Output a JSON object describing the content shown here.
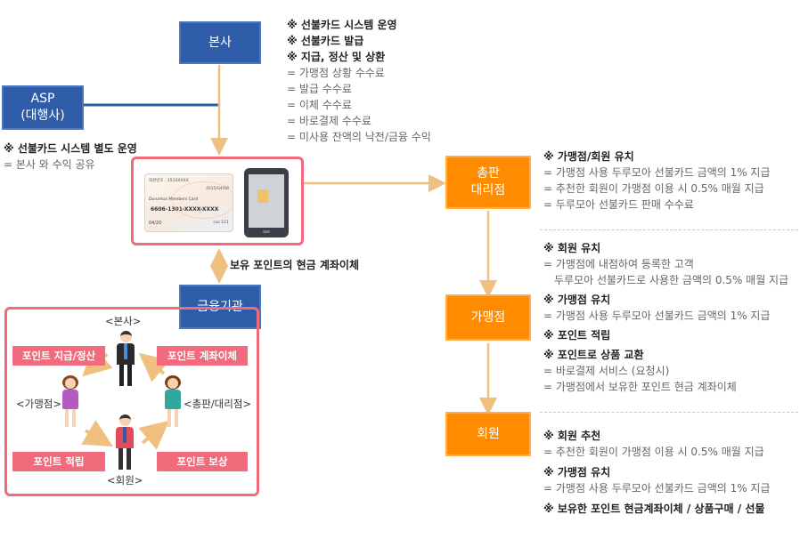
{
  "hq": {
    "label": "본사"
  },
  "asp": {
    "line1": "ASP",
    "line2": "(대행사)"
  },
  "hq_notes": [
    {
      "text": "※ 선불카드 시스템 운영",
      "style": "head"
    },
    {
      "text": "※ 선불카드 발급",
      "style": "head"
    },
    {
      "text": "※ 지급, 정산 및 상환",
      "style": "head"
    },
    {
      "text": "= 가맹점 상황 수수료",
      "style": "sub"
    },
    {
      "text": "= 발급 수수료",
      "style": "sub"
    },
    {
      "text": "= 이체 수수료",
      "style": "sub"
    },
    {
      "text": "= 바로결제 수수료",
      "style": "sub"
    },
    {
      "text": "= 미사용 잔액의 낙전/금융 수익",
      "style": "sub"
    }
  ],
  "asp_notes": [
    {
      "text": "※ 선불카드 시스템  별도 운영",
      "style": "head"
    },
    {
      "text": "= 본사 와 수익 공유",
      "style": "sub"
    }
  ],
  "card": {
    "member_no": "회원번호 : 1510XXXX",
    "issue_date": "2015/04/08",
    "card_name": "Durumoa Members Card",
    "number": "6606-1301-XXXX-XXXX",
    "expiry": "04/20",
    "cvc": "cvc 111"
  },
  "transfer_label": "보유 포인트의 현금 계좌이체",
  "bank": {
    "label": "금융기관"
  },
  "cycle": {
    "roles": {
      "hq": "<본사>",
      "merchant": "<가맹점>",
      "distributor": "<총판/대리점>",
      "member": "<회원>"
    },
    "tags": {
      "payment": "포인트 지급/정산",
      "transfer": "포인트 계좌이체",
      "accumulate": "포인트 적립",
      "reward": "포인트 보상"
    }
  },
  "distributor": {
    "line1": "총판",
    "line2": "대리점"
  },
  "merchant": {
    "label": "가맹점"
  },
  "member": {
    "label": "회원"
  },
  "distributor_notes": [
    {
      "text": "※ 가맹점/회원 유치",
      "style": "head"
    },
    {
      "text": "= 가맹점 사용 두루모아 선불카드 금액의 1% 지급",
      "style": "sub"
    },
    {
      "text": "= 추천한 회원이 가맹점 이용 시 0.5% 매월 지급",
      "style": "sub"
    },
    {
      "text": "= 두루모아 선불카드 판매 수수료",
      "style": "sub"
    }
  ],
  "merchant_notes": [
    {
      "text": "※ 회원 유치",
      "style": "head"
    },
    {
      "text": "= 가맹점에 내점하여 등록한 고객",
      "style": "sub"
    },
    {
      "text": "두루모아 선불카드로 사용한 금액의 0.5% 매월 지급",
      "style": "ind"
    },
    {
      "text": "※ 가맹점 유치",
      "style": "head"
    },
    {
      "text": "= 가맹점 사용 두루모아 선불카드 금액의 1% 지급",
      "style": "sub"
    },
    {
      "text": "※ 포인트 적립",
      "style": "head"
    },
    {
      "text": "※ 포인트로 상품 교환",
      "style": "head"
    },
    {
      "text": "= 바로결제 서비스 (요청시)",
      "style": "sub"
    },
    {
      "text": "= 가맹점에서 보유한 포인트 현금 계좌이체",
      "style": "sub"
    }
  ],
  "member_notes": [
    {
      "text": "※ 회원 추천",
      "style": "head"
    },
    {
      "text": "= 추천한 회원이 가맹점 이용 시 0.5% 매월 지급",
      "style": "sub"
    },
    {
      "text": "※ 가맹점 유치",
      "style": "head"
    },
    {
      "text": "= 가맹점 사용 두루모아 선불카드 금액의 1% 지급",
      "style": "sub"
    },
    {
      "text": "※ 보유한 포인트 현금계좌이체 / 상품구매 / 선물",
      "style": "head"
    }
  ],
  "colors": {
    "navy": "#2f5ca8",
    "orange": "#ff8c00",
    "pink": "#f06a7a",
    "arrow": "#f0c080"
  }
}
